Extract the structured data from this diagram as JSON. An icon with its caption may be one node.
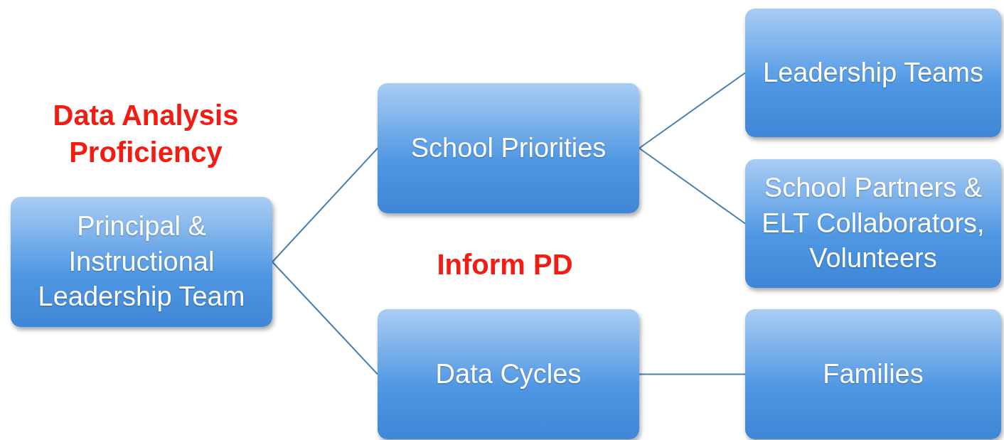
{
  "diagram": {
    "nodes": [
      {
        "text": [
          "Principal & Instructional Leadership Team"
        ]
      },
      {
        "text": [
          "School Priorities"
        ]
      },
      {
        "text": [
          "Data Cycles"
        ]
      },
      {
        "text": [
          "Leadership Teams"
        ]
      },
      {
        "text": [
          "School Partners & ELT Collaborators, Volunteers"
        ]
      },
      {
        "text": [
          "Families"
        ]
      }
    ],
    "edges": [
      {
        "from": 0,
        "to": 1,
        "arrow": "none"
      },
      {
        "from": 0,
        "to": 2,
        "arrow": "none"
      },
      {
        "from": 1,
        "to": 3,
        "arrow": "none"
      },
      {
        "from": 1,
        "to": 4,
        "arrow": "none"
      },
      {
        "from": 2,
        "to": 5,
        "arrow": "none"
      }
    ],
    "labels": [
      "Data Analysis Proficiency",
      "Inform PD"
    ]
  }
}
